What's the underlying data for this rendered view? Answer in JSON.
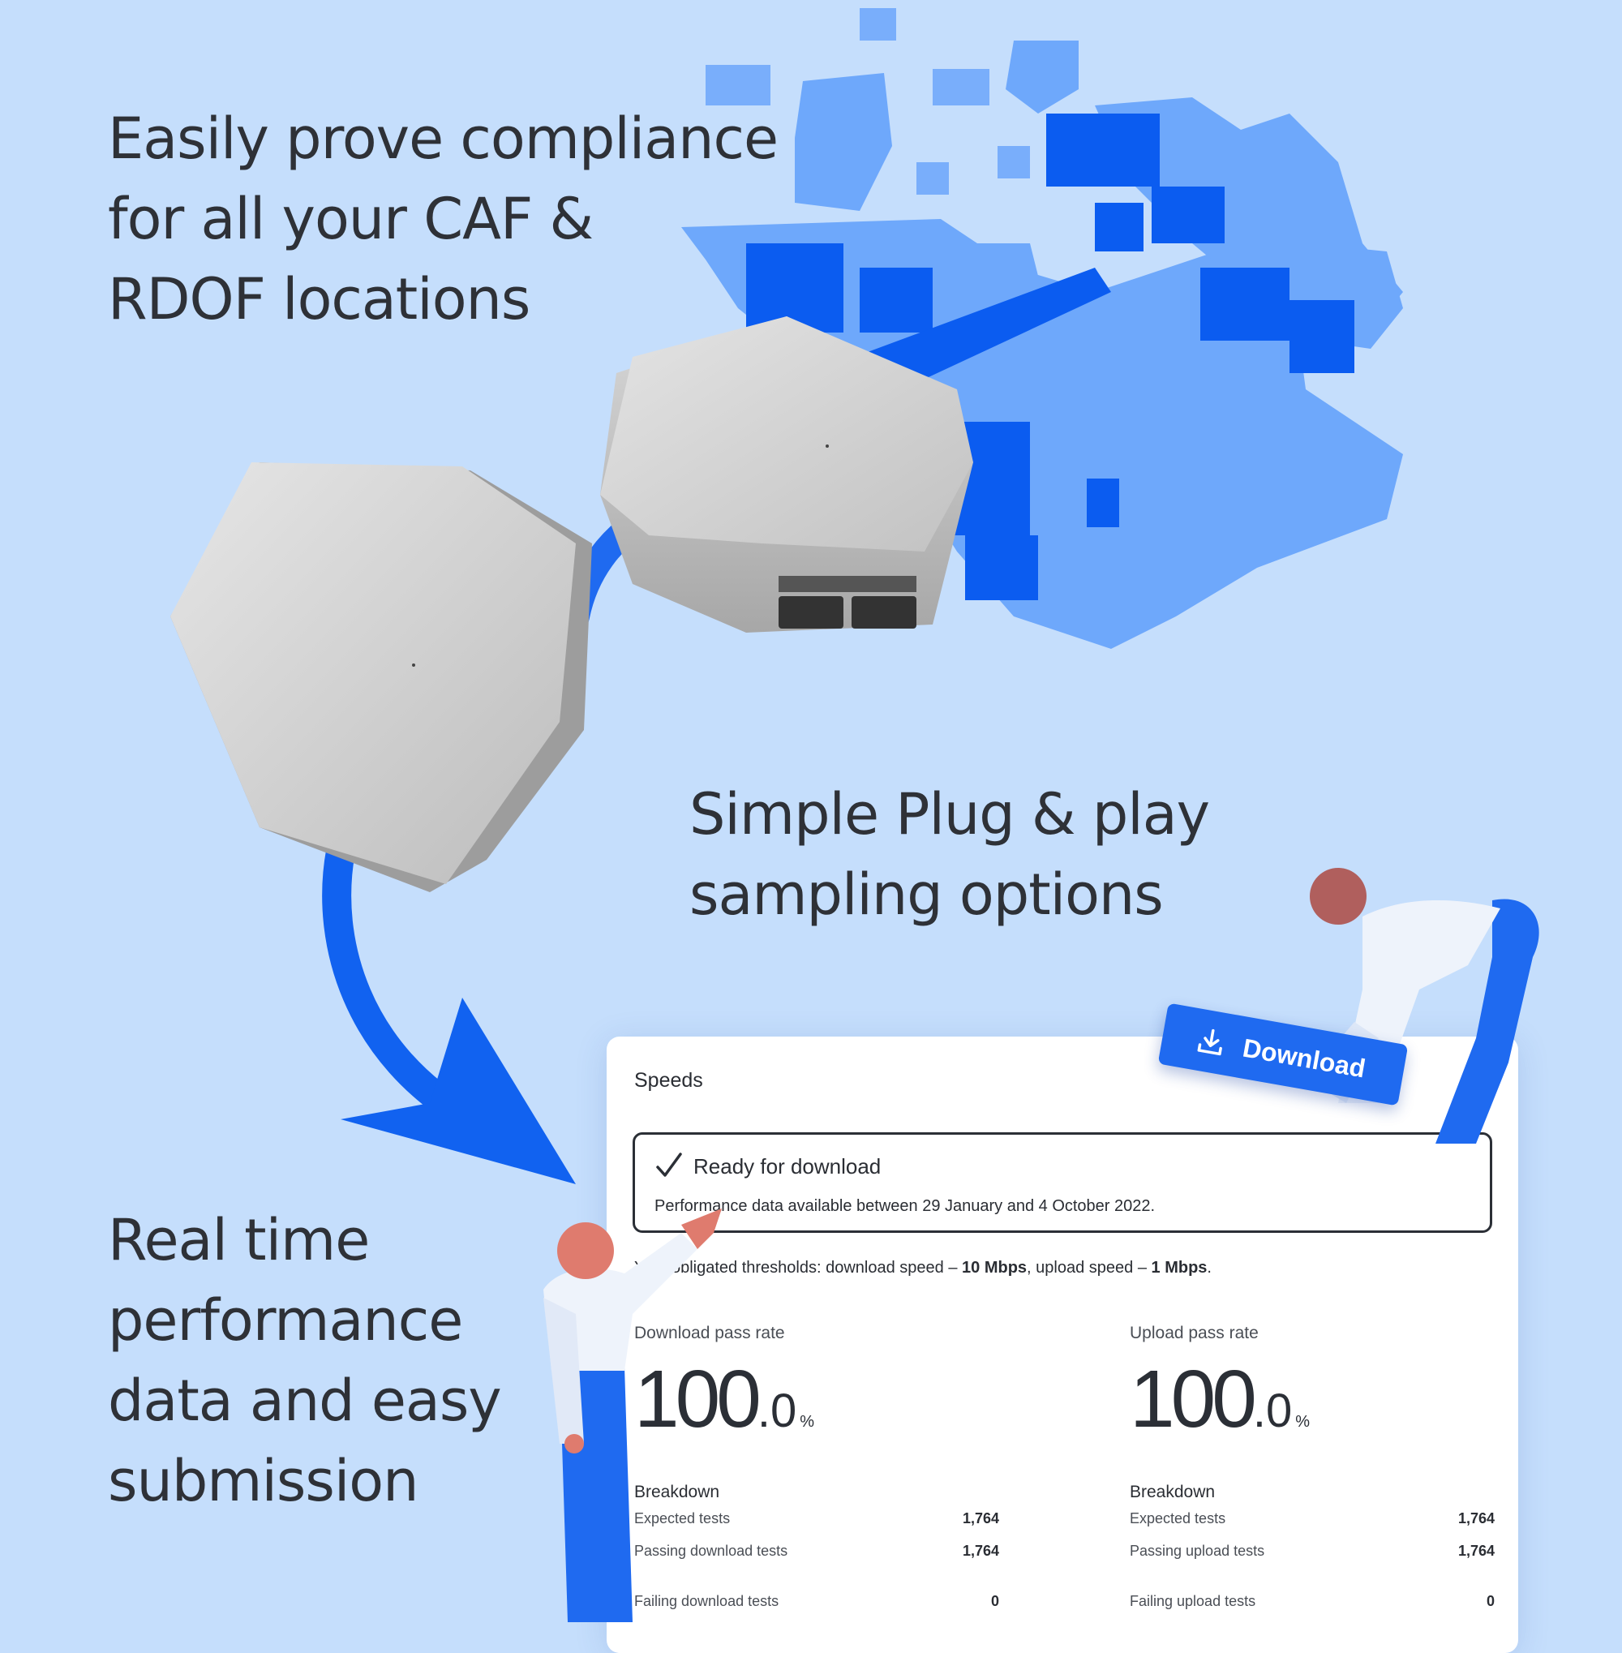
{
  "headlines": {
    "compliance": [
      "Easily prove compliance",
      "for all your CAF &",
      "RDOF locations"
    ],
    "plug_play": [
      "Simple Plug & play",
      "sampling options"
    ],
    "real_time": [
      "Real time",
      "performance",
      "data and easy",
      "submission"
    ]
  },
  "colors": {
    "background": "#c5defc",
    "brand_blue": "#1f6af0",
    "map_dark": "#0b5cf0",
    "map_light": "#6ea8fb"
  },
  "download_button": {
    "label": "Download",
    "icon": "download-icon"
  },
  "panel": {
    "title": "Speeds",
    "info_icon": "info-icon",
    "ready": {
      "icon": "check-icon",
      "title": "Ready for download",
      "description": "Performance data available between 29 January and 4 October 2022."
    },
    "thresholds": {
      "prefix": "Your obligated thresholds: download speed – ",
      "download": "10 Mbps",
      "middle": ", upload speed – ",
      "upload": "1 Mbps",
      "suffix": "."
    },
    "download": {
      "label": "Download pass rate",
      "value_int": "100",
      "value_dec": ".0",
      "unit": "%",
      "breakdown_title": "Breakdown",
      "rows": [
        {
          "label": "Expected tests",
          "value": "1,764"
        },
        {
          "label": "Passing download tests",
          "value": "1,764"
        },
        {
          "label": "Failing download tests",
          "value": "0"
        }
      ]
    },
    "upload": {
      "label": "Upload pass rate",
      "value_int": "100",
      "value_dec": ".0",
      "unit": "%",
      "breakdown_title": "Breakdown",
      "rows": [
        {
          "label": "Expected tests",
          "value": "1,764"
        },
        {
          "label": "Passing upload tests",
          "value": "1,764"
        },
        {
          "label": "Failing upload tests",
          "value": "0"
        }
      ]
    }
  }
}
